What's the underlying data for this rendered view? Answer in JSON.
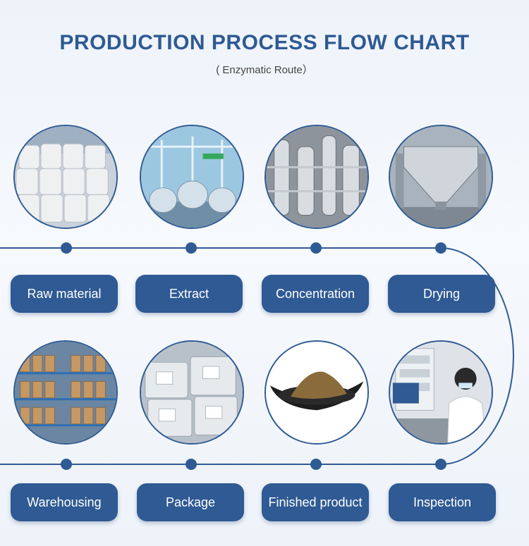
{
  "title": "PRODUCTION PROCESS FLOW CHART",
  "subtitle": "( Enzymatic Route）",
  "colors": {
    "primary": "#2f5a93",
    "line": "#2f5a93"
  },
  "row1": [
    {
      "label": "Raw material",
      "image": "sacks-icon"
    },
    {
      "label": "Extract",
      "image": "extraction-tanks-icon"
    },
    {
      "label": "Concentration",
      "image": "evaporator-icon"
    },
    {
      "label": "Drying",
      "image": "dryer-icon"
    }
  ],
  "row2": [
    {
      "label": "Warehousing",
      "image": "warehouse-shelves-icon"
    },
    {
      "label": "Package",
      "image": "foil-bags-icon"
    },
    {
      "label": "Finished product",
      "image": "powder-dish-icon"
    },
    {
      "label": "Inspection",
      "image": "lab-technician-icon"
    }
  ]
}
